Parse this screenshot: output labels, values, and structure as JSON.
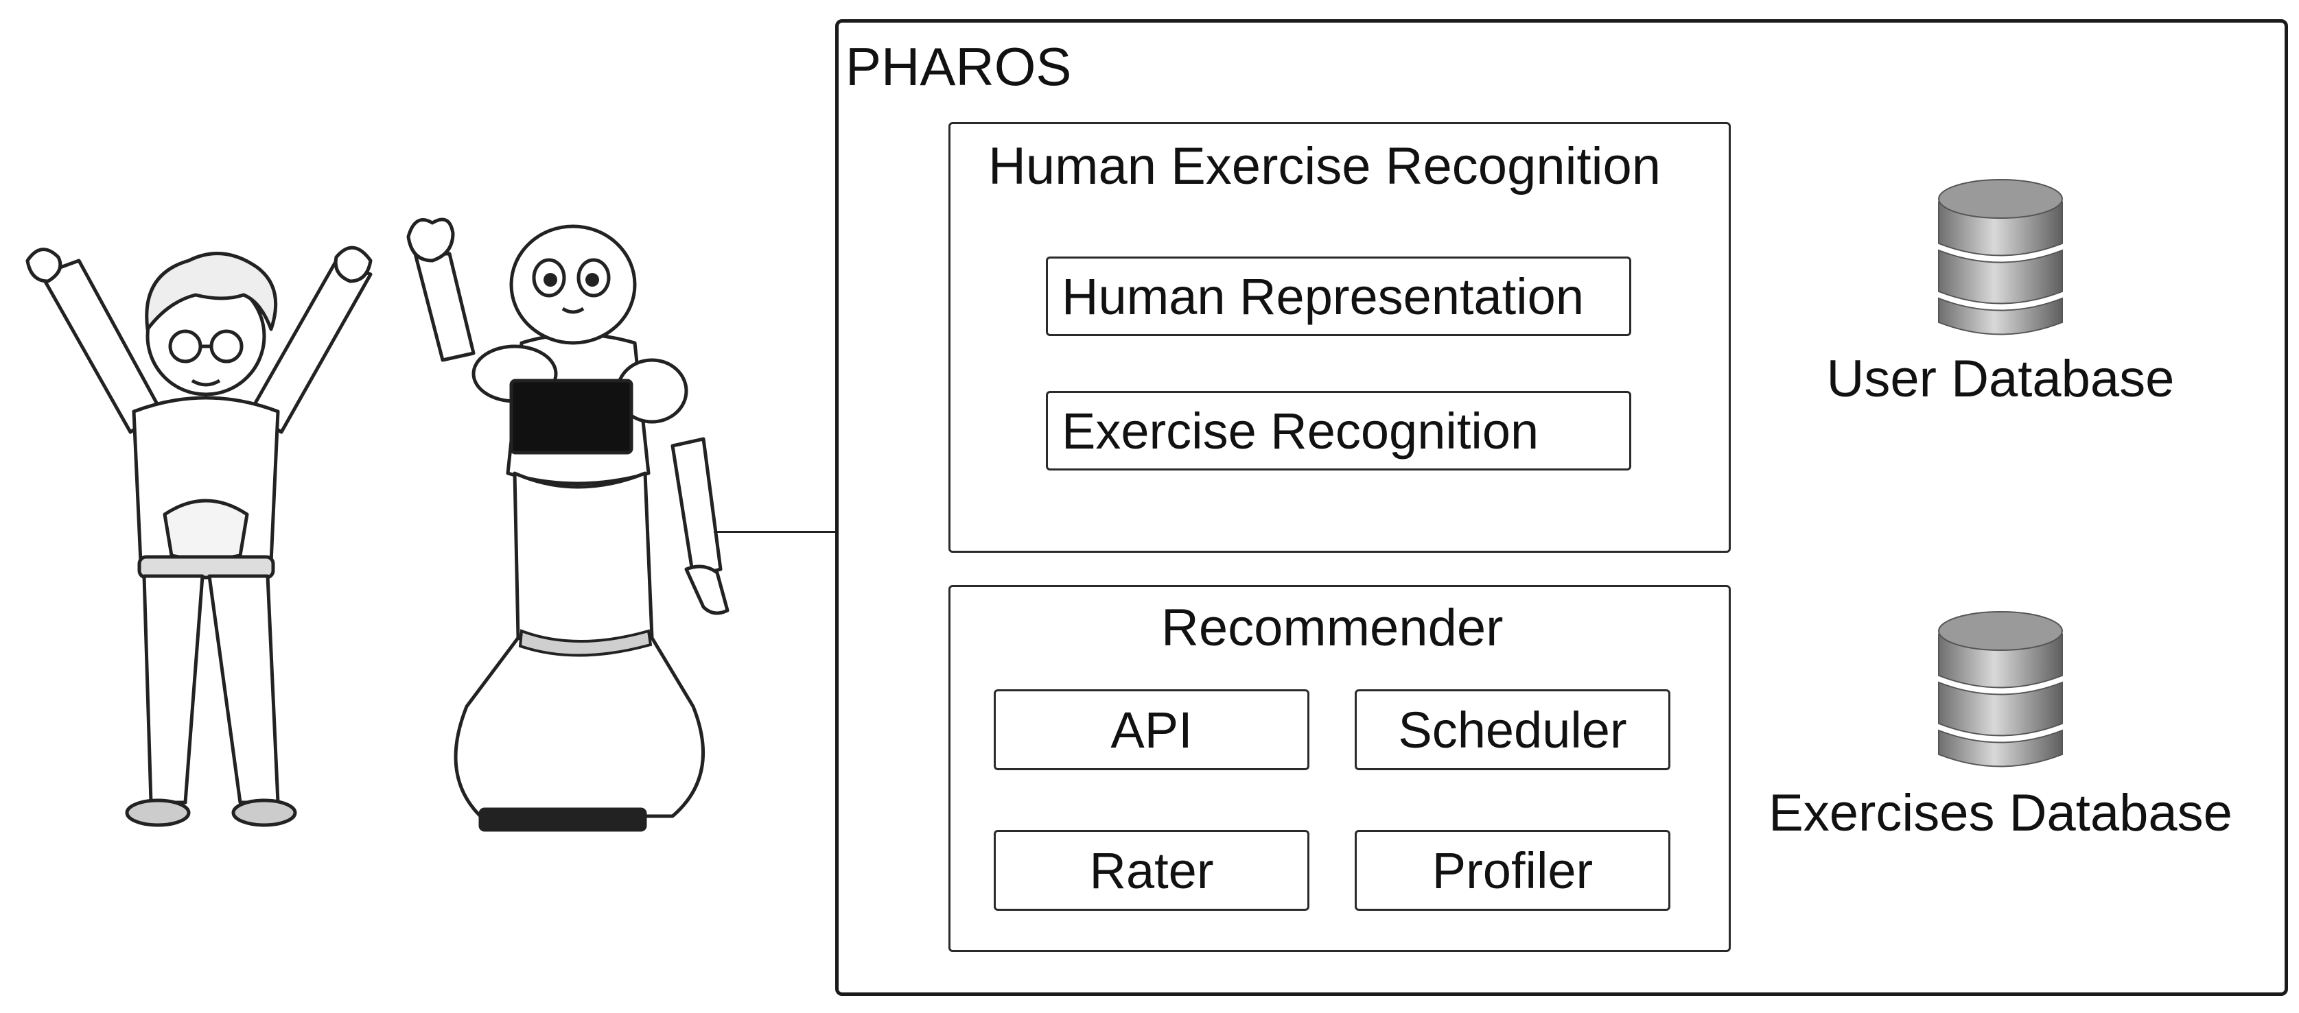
{
  "system": {
    "title": "PHAROS"
  },
  "her": {
    "title": "Human Exercise Recognition",
    "components": [
      "Human Representation",
      "Exercise Recognition"
    ]
  },
  "recommender": {
    "title": "Recommender",
    "components": [
      "API",
      "Scheduler",
      "Rater",
      "Profiler"
    ]
  },
  "databases": [
    {
      "label": "User Database"
    },
    {
      "label": "Exercises Database"
    }
  ],
  "colors": {
    "stroke": "#2a2a2a",
    "db_dark": "#6f6f6f",
    "db_light": "#d9d9d9",
    "screen": "#111111"
  },
  "figures": {
    "person": "person-illustration",
    "robot": "pepper-robot-illustration"
  }
}
